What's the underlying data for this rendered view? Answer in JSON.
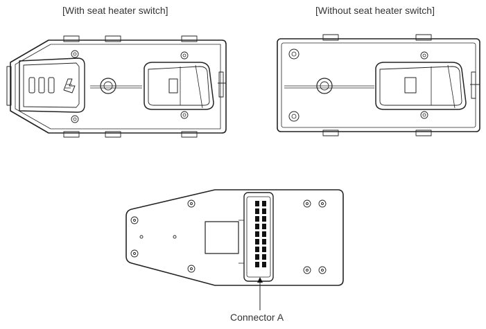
{
  "captions": {
    "with_heater": "[With seat heater switch]",
    "without_heater": "[Without seat heater switch]"
  },
  "callouts": {
    "connector": "Connector A"
  }
}
